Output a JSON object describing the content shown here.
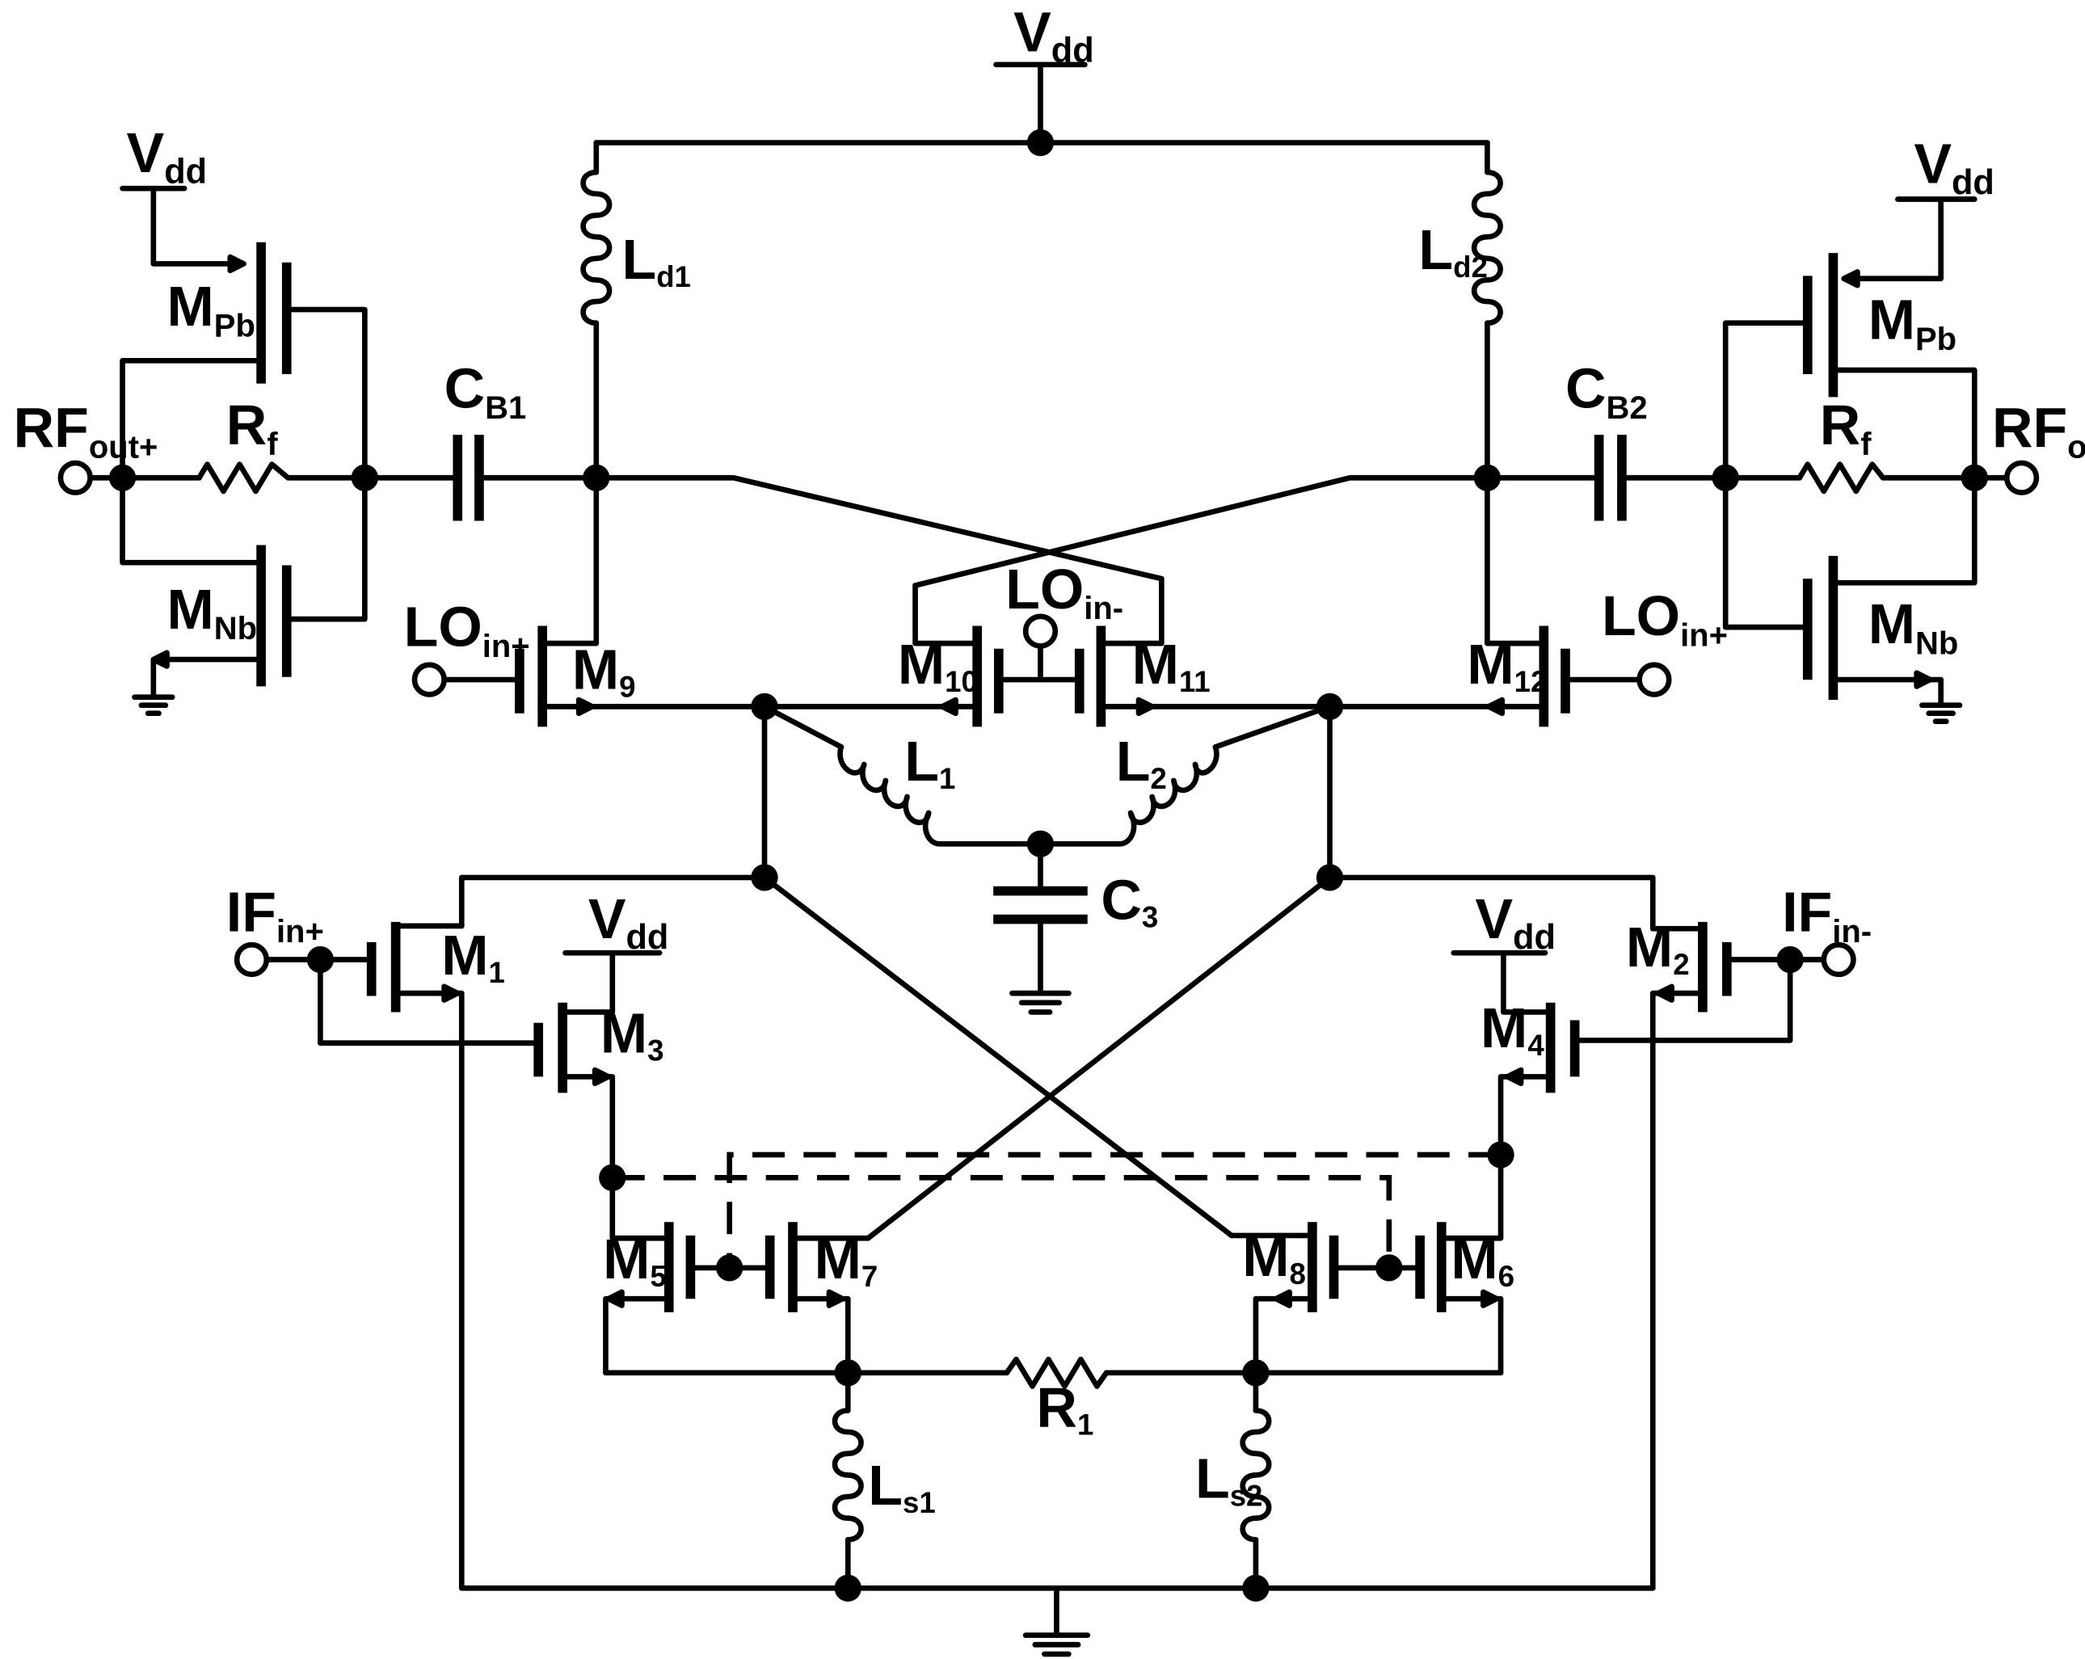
{
  "labels": {
    "vdd_top": {
      "main": "V",
      "sub": "dd"
    },
    "vdd_left": {
      "main": "V",
      "sub": "dd"
    },
    "vdd_right": {
      "main": "V",
      "sub": "dd"
    },
    "vdd_m3": {
      "main": "V",
      "sub": "dd"
    },
    "vdd_m4": {
      "main": "V",
      "sub": "dd"
    },
    "ld1": {
      "main": "L",
      "sub": "d1"
    },
    "ld2": {
      "main": "L",
      "sub": "d2"
    },
    "mpb_left": {
      "main": "M",
      "sub": "Pb"
    },
    "mpb_right": {
      "main": "M",
      "sub": "Pb"
    },
    "mnb_left": {
      "main": "M",
      "sub": "Nb"
    },
    "mnb_right": {
      "main": "M",
      "sub": "Nb"
    },
    "rf_out_plus": {
      "main": "RF",
      "sub": "out+"
    },
    "rf_out_minus": {
      "main": "RF",
      "sub": "out-"
    },
    "rf_left": {
      "main": "R",
      "sub": "f"
    },
    "rf_right": {
      "main": "R",
      "sub": "f"
    },
    "cb1": {
      "main": "C",
      "sub": "B1"
    },
    "cb2": {
      "main": "C",
      "sub": "B2"
    },
    "lo_in_plus_left": {
      "main": "LO",
      "sub": "in+"
    },
    "lo_in_plus_right": {
      "main": "LO",
      "sub": "in+"
    },
    "lo_in_minus": {
      "main": "LO",
      "sub": "in-"
    },
    "m9": {
      "main": "M",
      "sub": "9"
    },
    "m10": {
      "main": "M",
      "sub": "10"
    },
    "m11": {
      "main": "M",
      "sub": "11"
    },
    "m12": {
      "main": "M",
      "sub": "12"
    },
    "l1": {
      "main": "L",
      "sub": "1"
    },
    "l2": {
      "main": "L",
      "sub": "2"
    },
    "c3": {
      "main": "C",
      "sub": "3"
    },
    "if_in_plus": {
      "main": "IF",
      "sub": "in+"
    },
    "if_in_minus": {
      "main": "IF",
      "sub": "in-"
    },
    "m1": {
      "main": "M",
      "sub": "1"
    },
    "m2": {
      "main": "M",
      "sub": "2"
    },
    "m3": {
      "main": "M",
      "sub": "3"
    },
    "m4": {
      "main": "M",
      "sub": "4"
    },
    "m5": {
      "main": "M",
      "sub": "5"
    },
    "m6": {
      "main": "M",
      "sub": "6"
    },
    "m7": {
      "main": "M",
      "sub": "7"
    },
    "m8": {
      "main": "M",
      "sub": "8"
    },
    "r1": {
      "main": "R",
      "sub": "1"
    },
    "ls1": {
      "main": "L",
      "sub": "s1"
    },
    "ls2": {
      "main": "L",
      "sub": "s2"
    }
  }
}
